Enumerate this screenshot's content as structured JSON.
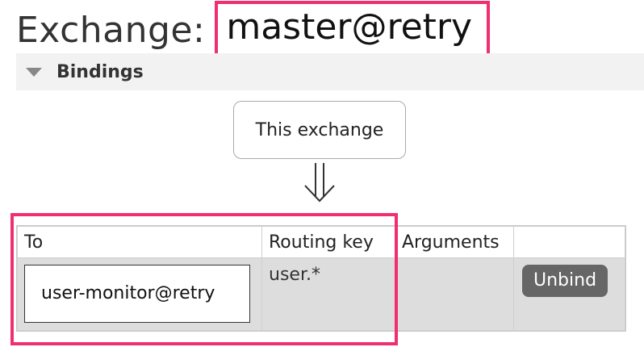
{
  "header": {
    "prefix": "Exchange:",
    "exchange_name": "master@retry"
  },
  "bindings_section": {
    "title": "Bindings",
    "source_box": "This exchange",
    "arrow": "⇓"
  },
  "table": {
    "columns": [
      "To",
      "Routing key",
      "Arguments",
      ""
    ],
    "rows": [
      {
        "to": "user-monitor@retry",
        "routing_key": "user.*",
        "arguments": "",
        "action": "Unbind"
      }
    ]
  },
  "colors": {
    "highlight": "#f0306e",
    "button_bg": "#666666",
    "row_bg": "#dddddd",
    "section_bg": "#f2f2f2"
  }
}
